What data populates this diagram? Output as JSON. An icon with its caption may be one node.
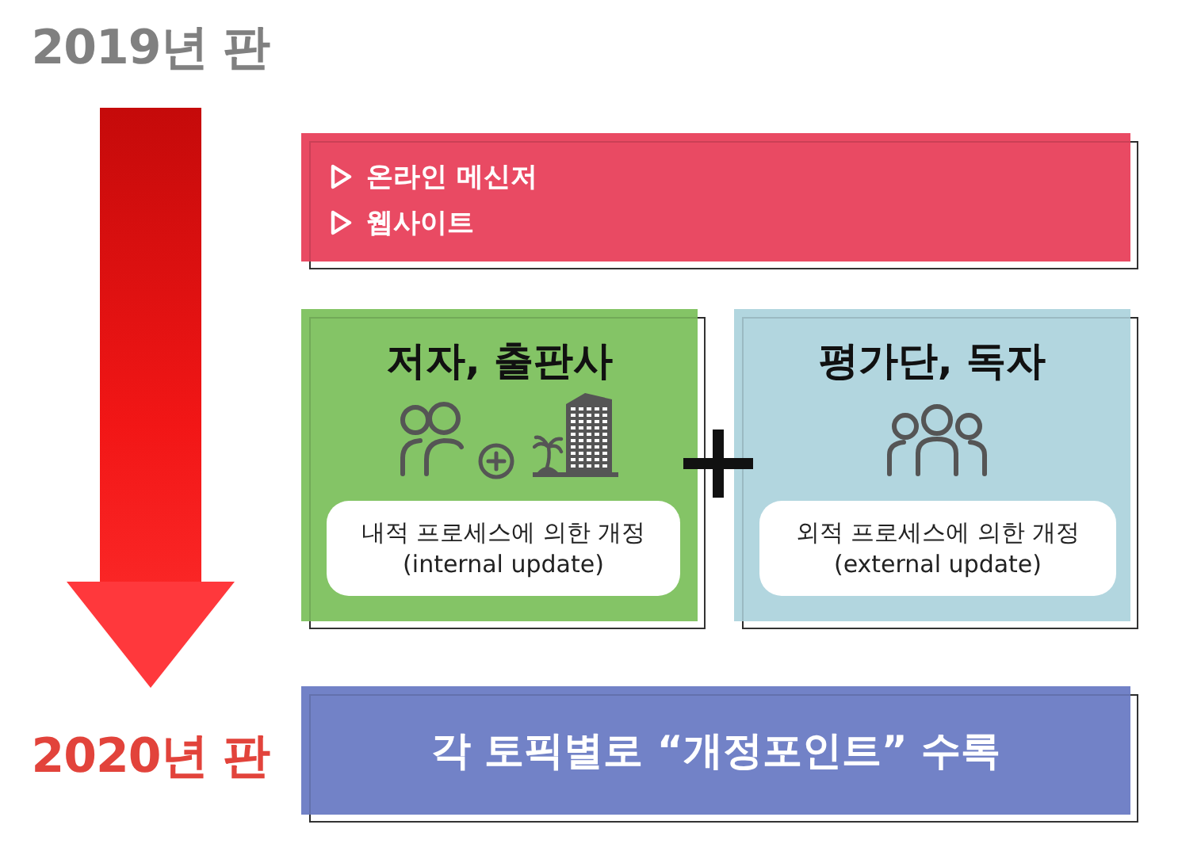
{
  "diagram": {
    "nodes": [
      {
        "text": [
          "2019년 판"
        ]
      },
      {
        "text": [
          "온라인 메신저",
          "웹사이트"
        ]
      },
      {
        "text": [
          "저자, 출판사"
        ]
      },
      {
        "text": [
          "내적 프로세스에 의한 개정 (internal update)"
        ],
        "in": 2
      },
      {
        "text": [
          "평가단, 독자"
        ]
      },
      {
        "text": [
          "외적 프로세스에 의한 개정 (external update)"
        ],
        "in": 4
      },
      {
        "text": [
          "2020년 판"
        ]
      },
      {
        "text": [
          "각 토픽별로 “개정포인트” 수록"
        ]
      }
    ],
    "edges": [
      {
        "from": 0,
        "to": 6,
        "arrow": "to",
        "style": "thick"
      }
    ]
  }
}
